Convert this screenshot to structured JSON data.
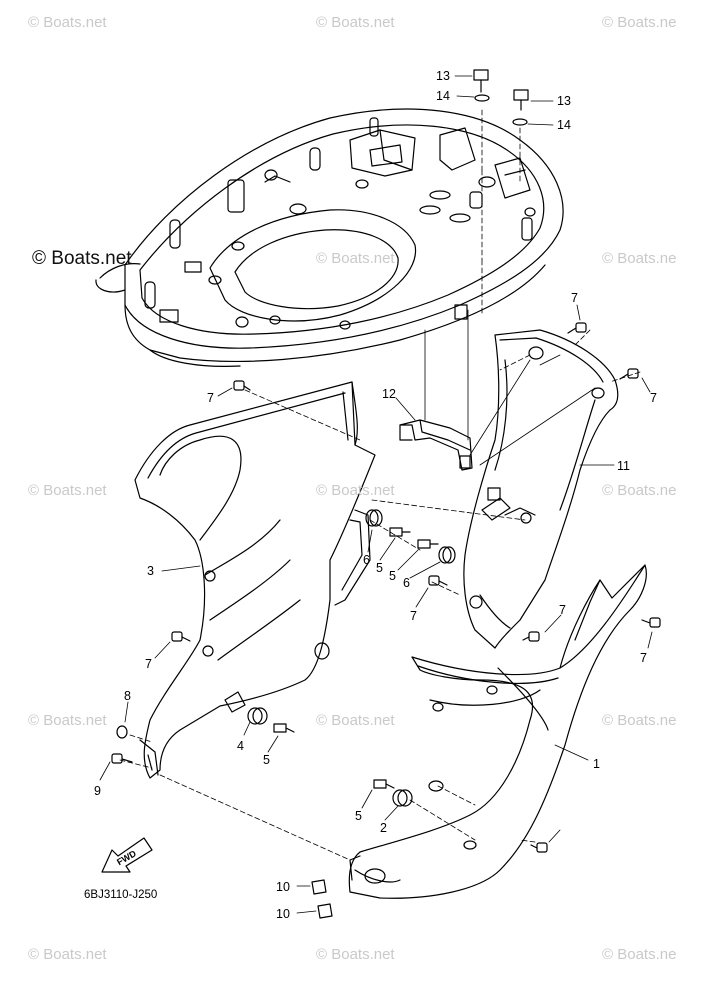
{
  "watermarks": {
    "row1": [
      "© Boats.net",
      "© Boats.net",
      "© Boats.ne"
    ],
    "row2": [
      "© Boats.net",
      "© Boats.net",
      "© Boats.ne"
    ],
    "row3": [
      "© Boats.net",
      "© Boats.net",
      "© Boats.ne"
    ],
    "row4": [
      "© Boats.net",
      "© Boats.net",
      "© Boats.ne"
    ],
    "row5": [
      "© Boats.net",
      "© Boats.net",
      "© Boats.ne"
    ],
    "dark": "© Boats.net"
  },
  "callouts": {
    "c13a": "13",
    "c14a": "14",
    "c13b": "13",
    "c14b": "14",
    "c7a": "7",
    "c7b": "7",
    "c7c": "7",
    "c7d": "7",
    "c7e": "7",
    "c7f": "7",
    "c7g": "7",
    "c12": "12",
    "c11": "11",
    "c3": "3",
    "c6a": "6",
    "c5a": "5",
    "c5b": "5",
    "c6b": "6",
    "c8": "8",
    "c9": "9",
    "c4": "4",
    "c5c": "5",
    "c1": "1",
    "c5d": "5",
    "c2": "2",
    "c10a": "10",
    "c10b": "10"
  },
  "fwd_label": "FWD",
  "drawing_code": "6BJ3110-J250"
}
